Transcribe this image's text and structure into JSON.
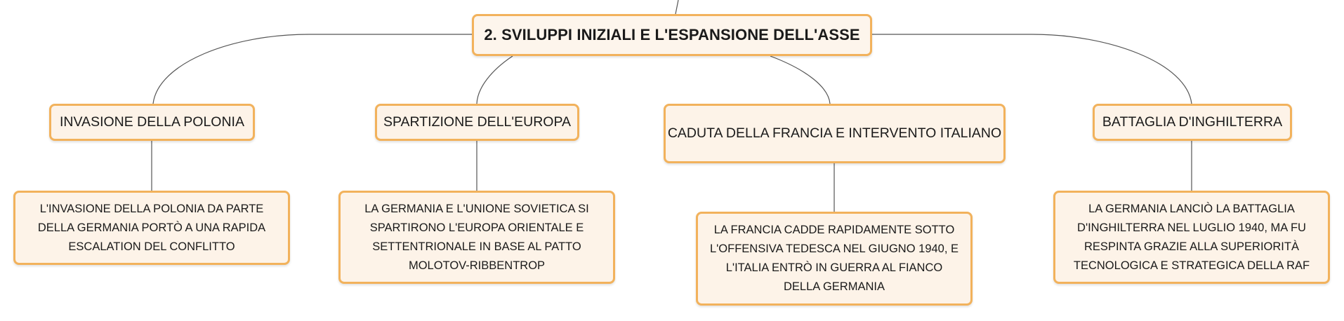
{
  "root": {
    "title": "2. SVILUPPI INIZIALI E L'ESPANSIONE DELL'ASSE"
  },
  "topics": [
    {
      "label": "INVASIONE DELLA POLONIA",
      "detail": "L'INVASIONE DELLA POLONIA DA PARTE DELLA GERMANIA PORTÒ A UNA RAPIDA ESCALATION DEL CONFLITTO"
    },
    {
      "label": "SPARTIZIONE DELL'EUROPA",
      "detail": "LA GERMANIA E L'UNIONE SOVIETICA SI SPARTIRONO L'EUROPA ORIENTALE E SETTENTRIONALE IN BASE AL PATTO MOLOTOV-RIBBENTROP"
    },
    {
      "label": "CADUTA DELLA FRANCIA E INTERVENTO ITALIANO",
      "detail": "LA FRANCIA CADDE RAPIDAMENTE SOTTO L'OFFENSIVA TEDESCA NEL GIUGNO 1940, E L'ITALIA ENTRÒ IN GUERRA AL FIANCO DELLA GERMANIA"
    },
    {
      "label": "BATTAGLIA D'INGHILTERRA",
      "detail": "LA GERMANIA LANCIÒ LA BATTAGLIA D'INGHILTERRA NEL LUGLIO 1940, MA FU RESPINTA GRAZIE ALLA SUPERIORITÀ TECNOLOGICA E STRATEGICA DELLA RAF"
    }
  ],
  "colors": {
    "node_border": "#f2b25c",
    "node_fill": "#fdf3e8",
    "connector": "#555555"
  }
}
